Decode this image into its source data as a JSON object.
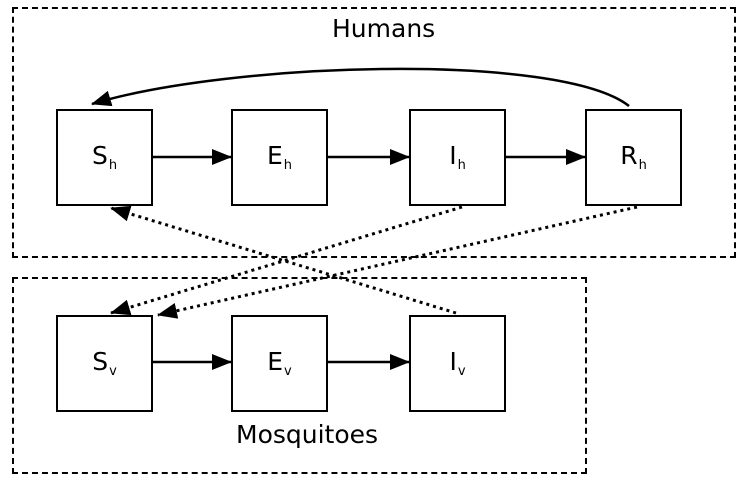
{
  "groups": {
    "humans": {
      "label": "Humans"
    },
    "mosquitoes": {
      "label": "Mosquitoes"
    }
  },
  "nodes": {
    "sh": {
      "main": "S",
      "sub": "h"
    },
    "eh": {
      "main": "E",
      "sub": "h"
    },
    "ih": {
      "main": "I",
      "sub": "h"
    },
    "rh": {
      "main": "R",
      "sub": "h"
    },
    "sv": {
      "main": "S",
      "sub": "v"
    },
    "ev": {
      "main": "E",
      "sub": "v"
    },
    "iv": {
      "main": "I",
      "sub": "v"
    }
  },
  "edges": [
    {
      "from": "sh",
      "to": "eh",
      "style": "solid"
    },
    {
      "from": "eh",
      "to": "ih",
      "style": "solid"
    },
    {
      "from": "ih",
      "to": "rh",
      "style": "solid"
    },
    {
      "from": "rh",
      "to": "sh",
      "style": "solid-curve"
    },
    {
      "from": "sv",
      "to": "ev",
      "style": "solid"
    },
    {
      "from": "ev",
      "to": "iv",
      "style": "solid"
    },
    {
      "from": "iv",
      "to": "sh",
      "style": "dotted"
    },
    {
      "from": "ih",
      "to": "sv",
      "style": "dotted"
    },
    {
      "from": "rh",
      "to": "sv",
      "style": "dotted"
    }
  ],
  "colors": {
    "stroke": "#000000",
    "background": "#ffffff"
  }
}
